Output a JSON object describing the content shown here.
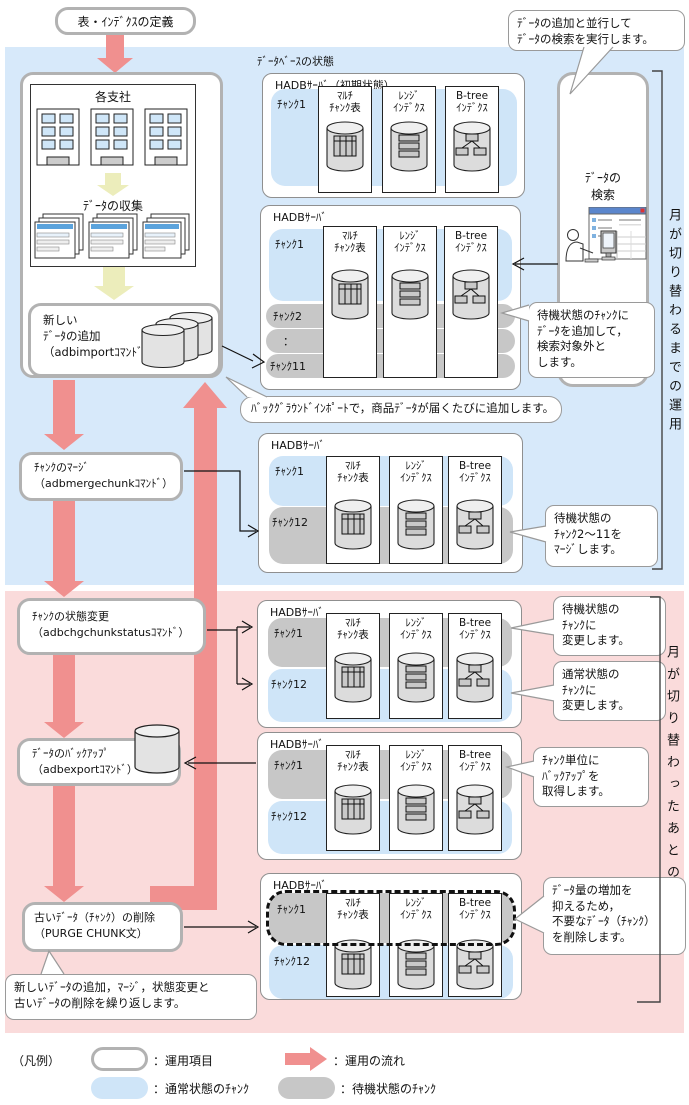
{
  "title_box": "表・ｲﾝﾃﾞｸｽの定義",
  "regions": {
    "database_state_label": "ﾃﾞｰﾀﾍﾞｰｽの状態",
    "blue_bracket": "月が切り替わるまでの運用",
    "pink_bracket": "月が切り替わったあとの運用"
  },
  "flow": {
    "branches": "各支社",
    "collect": "ﾃﾞｰﾀの収集",
    "import": {
      "line1": "新しい",
      "line2": "ﾃﾞｰﾀの追加",
      "line3": "（adbimportｺﾏﾝﾄﾞ）"
    },
    "merge": {
      "line1": "ﾁｬﾝｸのﾏｰｼﾞ",
      "line2": "（adbmergechunkｺﾏﾝﾄﾞ）"
    },
    "status": {
      "line1": "ﾁｬﾝｸの状態変更",
      "line2": "（adbchgchunkstatusｺﾏﾝﾄﾞ）"
    },
    "backup": {
      "line1": "ﾃﾞｰﾀのﾊﾞｯｸｱｯﾌﾟ",
      "line2": "（adbexportｺﾏﾝﾄﾞ）"
    },
    "purge": {
      "line1": "古いﾃﾞｰﾀ（ﾁｬﾝｸ）の削除",
      "line2": "（PURGE CHUNK文）"
    },
    "search": {
      "line1": "ﾃﾞｰﾀの",
      "line2": "検索"
    }
  },
  "columns": {
    "multi": {
      "line1": "ﾏﾙﾁ",
      "line2": "ﾁｬﾝｸ表"
    },
    "range": {
      "line1": "ﾚﾝｼﾞ",
      "line2": "ｲﾝﾃﾞｸｽ"
    },
    "btree": {
      "line1": "B-tree",
      "line2": "ｲﾝﾃﾞｸｽ"
    }
  },
  "servers": [
    {
      "title": "HADBｻｰﾊﾞ（初期状態）",
      "chunks": [
        "ﾁｬﾝｸ1"
      ]
    },
    {
      "title": "HADBｻｰﾊﾞ",
      "chunks": [
        "ﾁｬﾝｸ1",
        "ﾁｬﾝｸ2",
        "：",
        "ﾁｬﾝｸ11"
      ]
    },
    {
      "title": "HADBｻｰﾊﾞ",
      "chunks": [
        "ﾁｬﾝｸ1",
        "ﾁｬﾝｸ12"
      ]
    },
    {
      "title": "HADBｻｰﾊﾞ",
      "chunks": [
        "ﾁｬﾝｸ1",
        "ﾁｬﾝｸ12"
      ]
    },
    {
      "title": "HADBｻｰﾊﾞ",
      "chunks": [
        "ﾁｬﾝｸ1",
        "ﾁｬﾝｸ12"
      ]
    },
    {
      "title": "HADBｻｰﾊﾞ",
      "chunks": [
        "ﾁｬﾝｸ1",
        "ﾁｬﾝｸ12"
      ]
    }
  ],
  "callouts": {
    "parallel_search": [
      "ﾃﾞｰﾀの追加と並行して",
      "ﾃﾞｰﾀの検索を実行します。"
    ],
    "standby_add": [
      "待機状態のﾁｬﾝｸに",
      "ﾃﾞｰﾀを追加して，",
      "検索対象外と",
      "します。"
    ],
    "bg_import": "ﾊﾞｯｸｸﾞﾗｳﾝﾄﾞｲﾝﾎﾟｰﾄで，商品ﾃﾞｰﾀが届くたびに追加します。",
    "merge": [
      "待機状態の",
      "ﾁｬﾝｸ2～11を",
      "ﾏｰｼﾞします。"
    ],
    "to_standby": [
      "待機状態の",
      "ﾁｬﾝｸに",
      "変更します。"
    ],
    "to_normal": [
      "通常状態の",
      "ﾁｬﾝｸに",
      "変更します。"
    ],
    "backup_unit": [
      "ﾁｬﾝｸ単位に",
      "ﾊﾞｯｸｱｯﾌﾟを",
      "取得します。"
    ],
    "purge_reason": [
      "ﾃﾞｰﾀ量の増加を",
      "抑えるため，",
      "不要なﾃﾞｰﾀ（ﾁｬﾝｸ）",
      "を削除します。"
    ],
    "repeat_cycle": [
      "新しいﾃﾞｰﾀの追加，ﾏｰｼﾞ，状態変更と",
      "古いﾃﾞｰﾀの削除を繰り返します。"
    ]
  },
  "legend": {
    "label": "（凡例）",
    "operation_item": "：運用項目",
    "operation_flow": "：運用の流れ",
    "normal_chunk": "：通常状態のﾁｬﾝｸ",
    "standby_chunk": "：待機状態のﾁｬﾝｸ"
  },
  "colors": {
    "region_blue": "#d7e9fa",
    "region_pink": "#fadbdb",
    "chunk_normal": "#cfe5f8",
    "chunk_standby": "#c7c7c7",
    "flow_red": "#f0908f",
    "box_border": "#b2b2b2"
  }
}
